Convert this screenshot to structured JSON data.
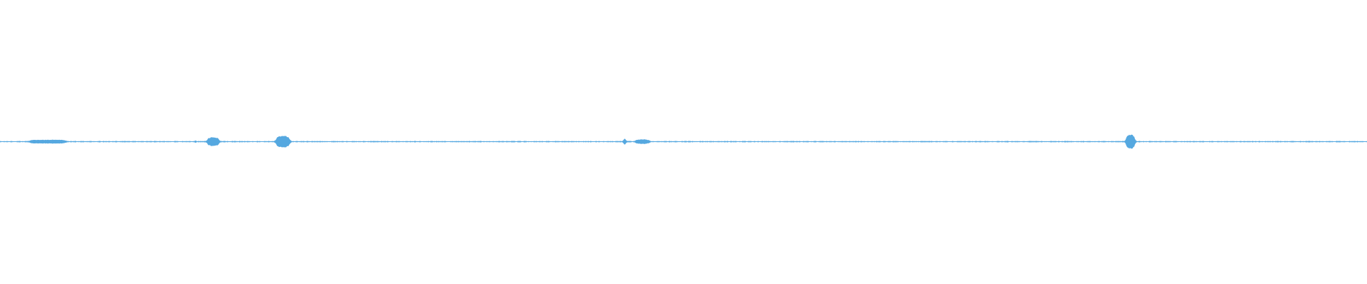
{
  "waveform": {
    "color": "#55a8e0",
    "background": "#ffffff",
    "baseline_level": 0.0035,
    "bursts": [
      {
        "position": 0.035,
        "spread": 0.01,
        "amplitude": 0.014,
        "shape": "flat"
      },
      {
        "position": 0.143,
        "spread": 0.001,
        "amplitude": 0.016,
        "shape": "spike"
      },
      {
        "position": 0.156,
        "spread": 0.004,
        "amplitude": 0.033,
        "shape": "round"
      },
      {
        "position": 0.207,
        "spread": 0.0045,
        "amplitude": 0.045,
        "shape": "round"
      },
      {
        "position": 0.457,
        "spread": 0.0022,
        "amplitude": 0.03,
        "shape": "spike"
      },
      {
        "position": 0.47,
        "spread": 0.005,
        "amplitude": 0.017,
        "shape": "round"
      },
      {
        "position": 0.827,
        "spread": 0.003,
        "amplitude": 0.052,
        "shape": "round"
      }
    ]
  }
}
